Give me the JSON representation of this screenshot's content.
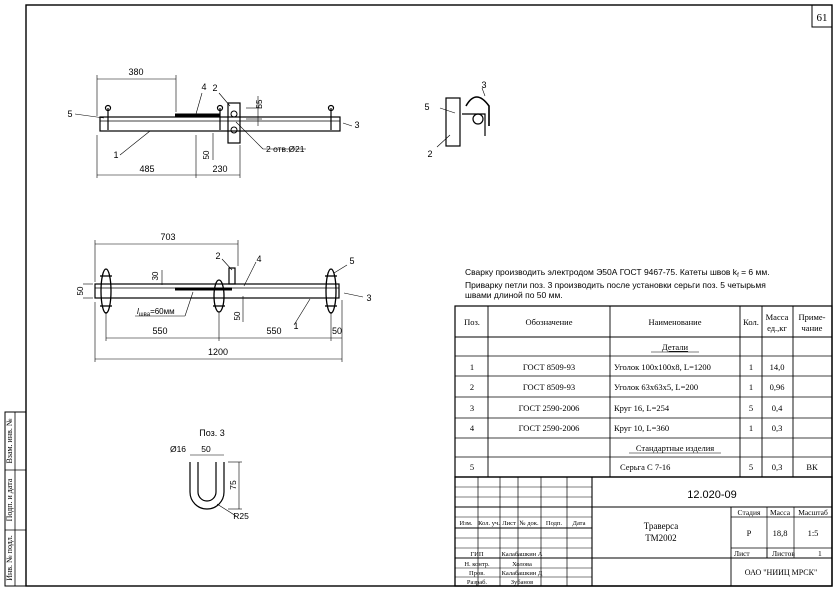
{
  "page_number": "61",
  "side_stamps": [
    "Взам. инв. №",
    "Подп. и дата",
    "Инв. № подл."
  ],
  "notes": {
    "line1": "Сварку производить электродом Э50А ГОСТ 9467-75.  Катеты швов k",
    "line1_sub": "f",
    "line1_tail": " = 6 мм.",
    "line2": "Приварку петли поз. 3 производить после установки серьги поз. 5 четырьмя",
    "line3": "швами длиной по 50 мм."
  },
  "top_view": {
    "dim_380": "380",
    "dim_485": "485",
    "dim_230": "230",
    "dim_55": "55",
    "dim_50": "50",
    "holes": "2 отв.Ø21",
    "labels": [
      "1",
      "2",
      "3",
      "4",
      "5"
    ]
  },
  "side_view": {
    "label_2": "2",
    "label_3": "3",
    "label_5": "5"
  },
  "front_view": {
    "dim_703": "703",
    "dim_550a": "550",
    "dim_550b": "550",
    "dim_1200": "1200",
    "dim_50a": "50",
    "dim_50b": "50",
    "dim_50c": "50",
    "dim_30": "30",
    "weld_l": "l",
    "weld_l_sub": "шва",
    "weld_eq": "=60мм",
    "labels": [
      "1",
      "2",
      "3",
      "4",
      "5"
    ]
  },
  "detail": {
    "title": "Поз. 3",
    "dia": "Ø16",
    "dim_50": "50",
    "dim_75": "75",
    "radius": "R25"
  },
  "spec_table": {
    "headers": {
      "pos": "Поз.",
      "designation": "Обозначение",
      "name": "Наименование",
      "qty": "Кол.",
      "mass_1": "Масса",
      "mass_2": "ед.,кг",
      "note_1": "Приме-",
      "note_2": "чание"
    },
    "section_details": "Детали",
    "section_standard": "Стандартные изделия",
    "rows": [
      {
        "pos": "1",
        "designation": "ГОСТ 8509-93",
        "name": "Уголок 100х100х8, L=1200",
        "qty": "1",
        "mass": "14,0",
        "note": ""
      },
      {
        "pos": "2",
        "designation": "ГОСТ 8509-93",
        "name": "Уголок 63х63х5, L=200",
        "qty": "1",
        "mass": "0,96",
        "note": ""
      },
      {
        "pos": "3",
        "designation": "ГОСТ 2590-2006",
        "name": "Круг 16,  L=254",
        "qty": "5",
        "mass": "0,4",
        "note": ""
      },
      {
        "pos": "4",
        "designation": "ГОСТ 2590-2006",
        "name": "Круг 10, L=360",
        "qty": "1",
        "mass": "0,3",
        "note": ""
      }
    ],
    "std_rows": [
      {
        "pos": "5",
        "designation": "",
        "name": "Серьга С 7-16",
        "qty": "5",
        "mass": "0,3",
        "note": "ВК"
      }
    ]
  },
  "title_block": {
    "code": "12.020-09",
    "title_line1": "Траверса",
    "title_line2": "ТМ2002",
    "col_headers": [
      "Изм.",
      "Кол. уч.",
      "Лист",
      "№ док.",
      "Подп.",
      "Дата"
    ],
    "stage_label": "Стадия",
    "mass_label": "Масса",
    "scale_label": "Масштаб",
    "stage": "Р",
    "mass": "18,8",
    "scale": "1:5",
    "sheet_label": "Лист",
    "sheets_label": "Листов",
    "sheets": "1",
    "org": "ОАО \"НИИЦ МРСК\"",
    "roles": [
      {
        "role": "ГИП",
        "name": "Калабашкин А"
      },
      {
        "role": "Н. контр.",
        "name": "Холова"
      },
      {
        "role": "Пров.",
        "name": "Калабашкин Д"
      },
      {
        "role": "Разраб.",
        "name": "Зубанов"
      }
    ]
  }
}
